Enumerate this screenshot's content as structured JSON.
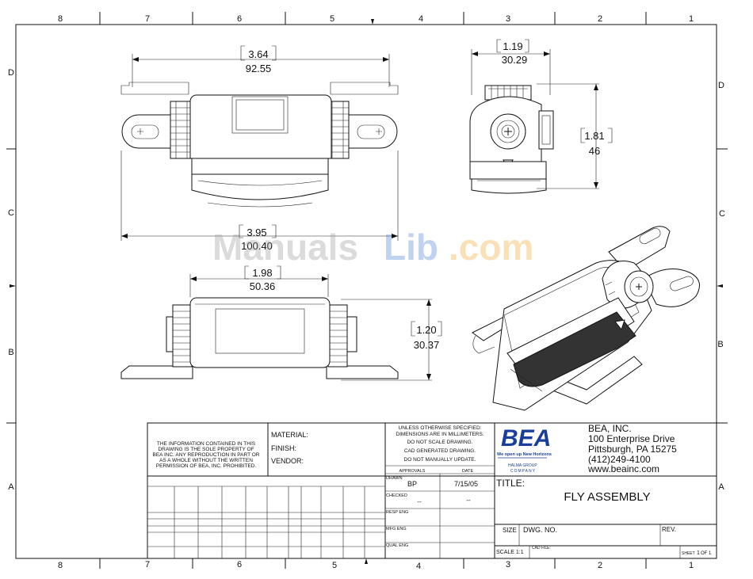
{
  "border": {
    "columns": [
      "8",
      "7",
      "6",
      "5",
      "4",
      "3",
      "2",
      "1"
    ],
    "rows": [
      "D",
      "C",
      "B",
      "A"
    ]
  },
  "dims": {
    "top_width": {
      "inch": "3.64",
      "mm": "92.55"
    },
    "overall_width": {
      "inch": "3.95",
      "mm": "100.40"
    },
    "side_width": {
      "inch": "1.19",
      "mm": "30.29"
    },
    "side_height": {
      "inch": "1.81",
      "mm": "46"
    },
    "bottom_width": {
      "inch": "1.98",
      "mm": "50.36"
    },
    "bottom_height": {
      "inch": "1.20",
      "mm": "30.37"
    }
  },
  "watermark": {
    "part1": "Manuals",
    "part2": "Lib",
    "part3": ".com"
  },
  "title_block": {
    "notice": [
      "THE INFORMATION CONTAINED IN THIS",
      "DRAWING IS THE SOLE PROPERTY OF",
      "BEA INC. ANY REPRODUCTION IN PART OR",
      "AS A WHOLE WITHOUT THE WRITTEN",
      "PERMISSION OF BEA, INC. PROHIBITED."
    ],
    "material_label": "MATERIAL:",
    "finish_label": "FINISH:",
    "vendor_label": "VENDOR:",
    "spec": [
      "UNLESS OTHERWISE SPECIFIED:",
      "DIMENSIONS ARE IN MILLIMETERS.",
      "DO NOT SCALE DRAWING.",
      "CAD GENERATED DRAWING.",
      "DO NOT MANUALLY UPDATE."
    ],
    "approvals_label": "APPROVALS",
    "date_label": "DATE",
    "drawn_label": "DRAWN",
    "drawn_by": "BP",
    "drawn_date": "7/15/05",
    "checked_label": "CHECKED",
    "checked_by": "--",
    "checked_date": "--",
    "resp_eng_label": "RESP ENG",
    "mfg_eng_label": "MFG ENG",
    "qual_eng_label": "QUAL ENG",
    "logo_text": "BEA",
    "logo_tagline": "We open up New Horizons",
    "halma_1": "HALMA GROUP",
    "halma_2": "COMPANY",
    "company": "BEA, INC.",
    "address1": "100 Enterprise Drive",
    "address2": "Pittsburgh, PA  15275",
    "phone": "(412)249-4100",
    "web": "www.beainc.com",
    "title_label": "TITLE:",
    "title": "FLY ASSEMBLY",
    "size_label": "SIZE",
    "dwg_no_label": "DWG. NO.",
    "rev_label": "REV.",
    "scale_label": "SCALE 1:1",
    "cad_file_label": "CAD FILE:",
    "sheet_label": "SHEET",
    "sheet_num": "1",
    "sheet_of": "OF 1"
  }
}
